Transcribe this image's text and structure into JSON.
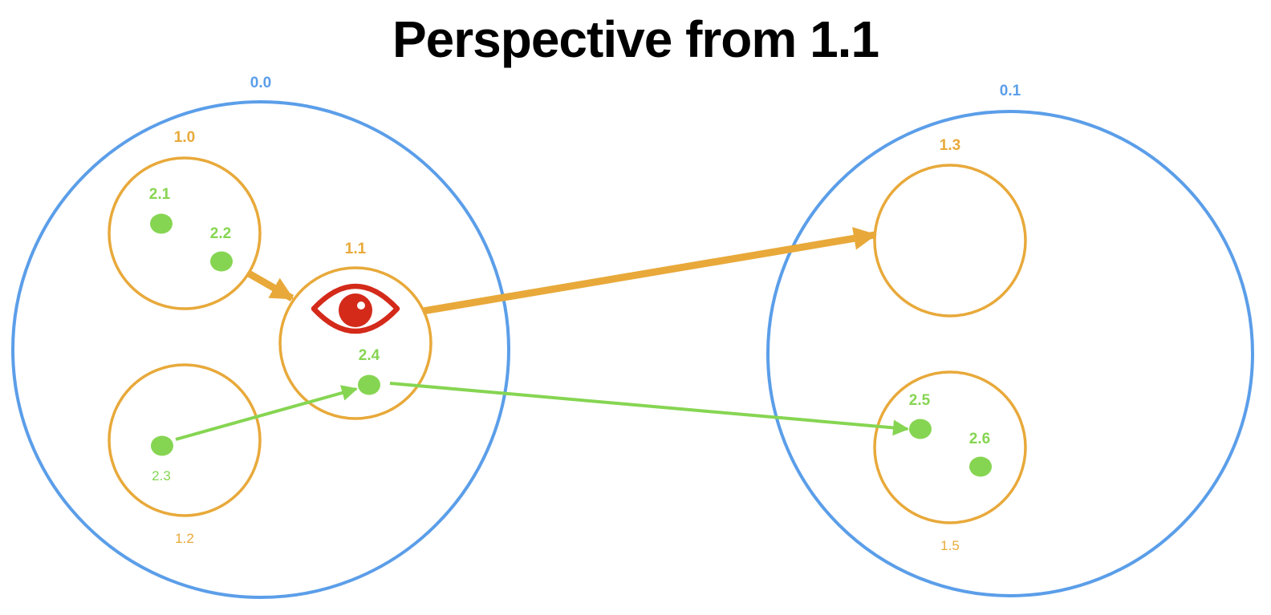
{
  "title": "Perspective from 1.1",
  "colors": {
    "level0": "#5b9ee9",
    "level1": "#e8a93a",
    "level2": "#86d552",
    "eye": "#d42a1a"
  },
  "groups_level0": [
    {
      "id": "0.0",
      "label": "0.0"
    },
    {
      "id": "0.1",
      "label": "0.1"
    }
  ],
  "groups_level1": [
    {
      "id": "1.0",
      "label": "1.0"
    },
    {
      "id": "1.1",
      "label": "1.1"
    },
    {
      "id": "1.2",
      "label": "1.2"
    },
    {
      "id": "1.3",
      "label": "1.3"
    },
    {
      "id": "1.5",
      "label": "1.5"
    }
  ],
  "nodes_level2": [
    {
      "id": "2.1",
      "label": "2.1"
    },
    {
      "id": "2.2",
      "label": "2.2"
    },
    {
      "id": "2.3",
      "label": "2.3"
    },
    {
      "id": "2.4",
      "label": "2.4"
    },
    {
      "id": "2.5",
      "label": "2.5"
    },
    {
      "id": "2.6",
      "label": "2.6"
    }
  ],
  "edges": [
    {
      "from": "1.0",
      "to": "1.1",
      "kind": "group"
    },
    {
      "from": "1.1",
      "to": "1.3",
      "kind": "group"
    },
    {
      "from": "2.3",
      "to": "2.4",
      "kind": "node"
    },
    {
      "from": "2.4",
      "to": "2.5",
      "kind": "node"
    }
  ],
  "viewpoint": {
    "group": "1.1",
    "icon": "eye-icon"
  }
}
